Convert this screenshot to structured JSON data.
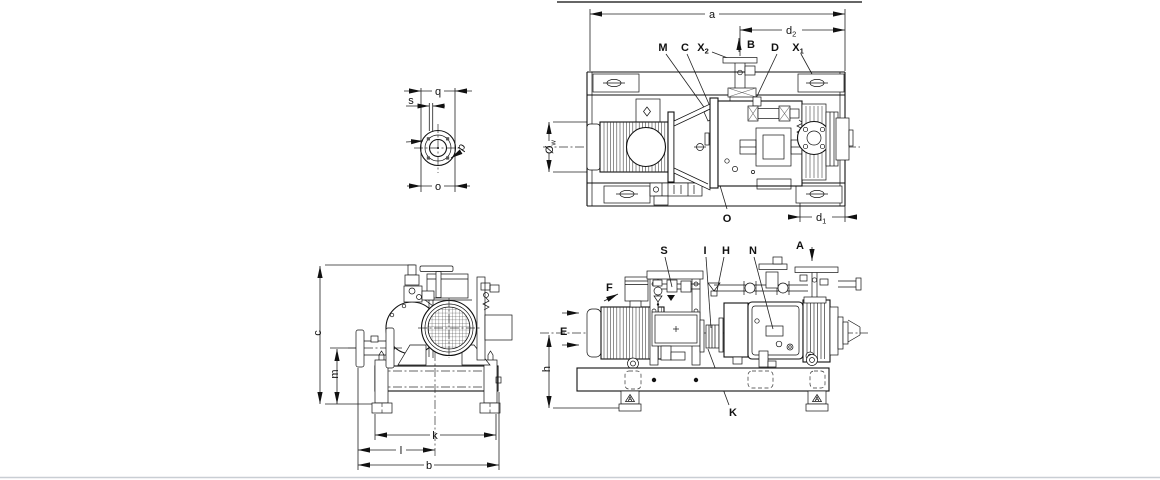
{
  "drawing": {
    "flange_view": {
      "q": "q",
      "s": "s",
      "p": "p",
      "o": "o"
    },
    "plan_view": {
      "a": "a",
      "d2_main": "d",
      "d2_sub": "2",
      "d1_main": "d",
      "d1_sub": "1",
      "w_main": "Ø",
      "w_sub": "w",
      "M": "M",
      "C": "C",
      "X2_main": "X",
      "X2_sub": "2",
      "B": "B",
      "D": "D",
      "X1_main": "X",
      "X1_sub": "1",
      "O": "O"
    },
    "front_view": {
      "c": "c",
      "m": "m",
      "k": "k",
      "l": "l",
      "b": "b"
    },
    "side_view": {
      "S": "S",
      "I": "I",
      "H": "H",
      "N": "N",
      "A": "A",
      "F": "F",
      "E": "E",
      "K": "K",
      "h": "h",
      "foot_marker": "A"
    }
  }
}
